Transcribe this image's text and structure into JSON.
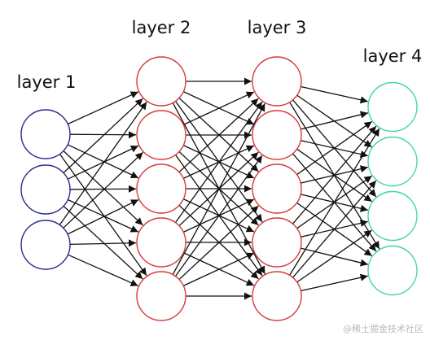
{
  "layers": [
    {
      "label": "layer 1",
      "nodes": 3,
      "color": "#2b2b8f"
    },
    {
      "label": "layer 2",
      "nodes": 5,
      "color": "#d63a3a"
    },
    {
      "label": "layer 3",
      "nodes": 5,
      "color": "#d63a3a"
    },
    {
      "label": "layer 4",
      "nodes": 4,
      "color": "#44d6a0"
    }
  ],
  "edge_color": "#111111",
  "watermark": "@稀土掘金技术社区"
}
